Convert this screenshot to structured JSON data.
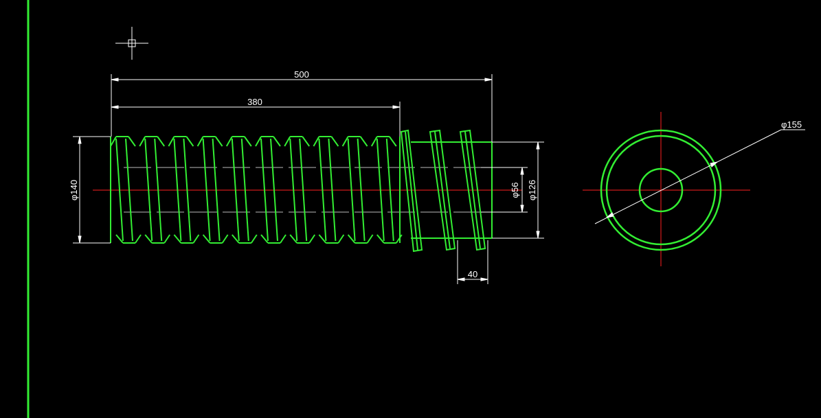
{
  "colors": {
    "background": "#000000",
    "outline": "#33ee33",
    "dimension": "#ffffff",
    "centerline": "#ff2020"
  },
  "icons": {
    "cursor": "crosshair-cursor-icon"
  },
  "dimensions": {
    "total_length": "500",
    "thread_length": "380",
    "thread_diameter": "φ140",
    "bore_diameter": "φ56",
    "shank_diameter": "φ126",
    "step_width": "40",
    "outer_diameter": "φ155"
  }
}
